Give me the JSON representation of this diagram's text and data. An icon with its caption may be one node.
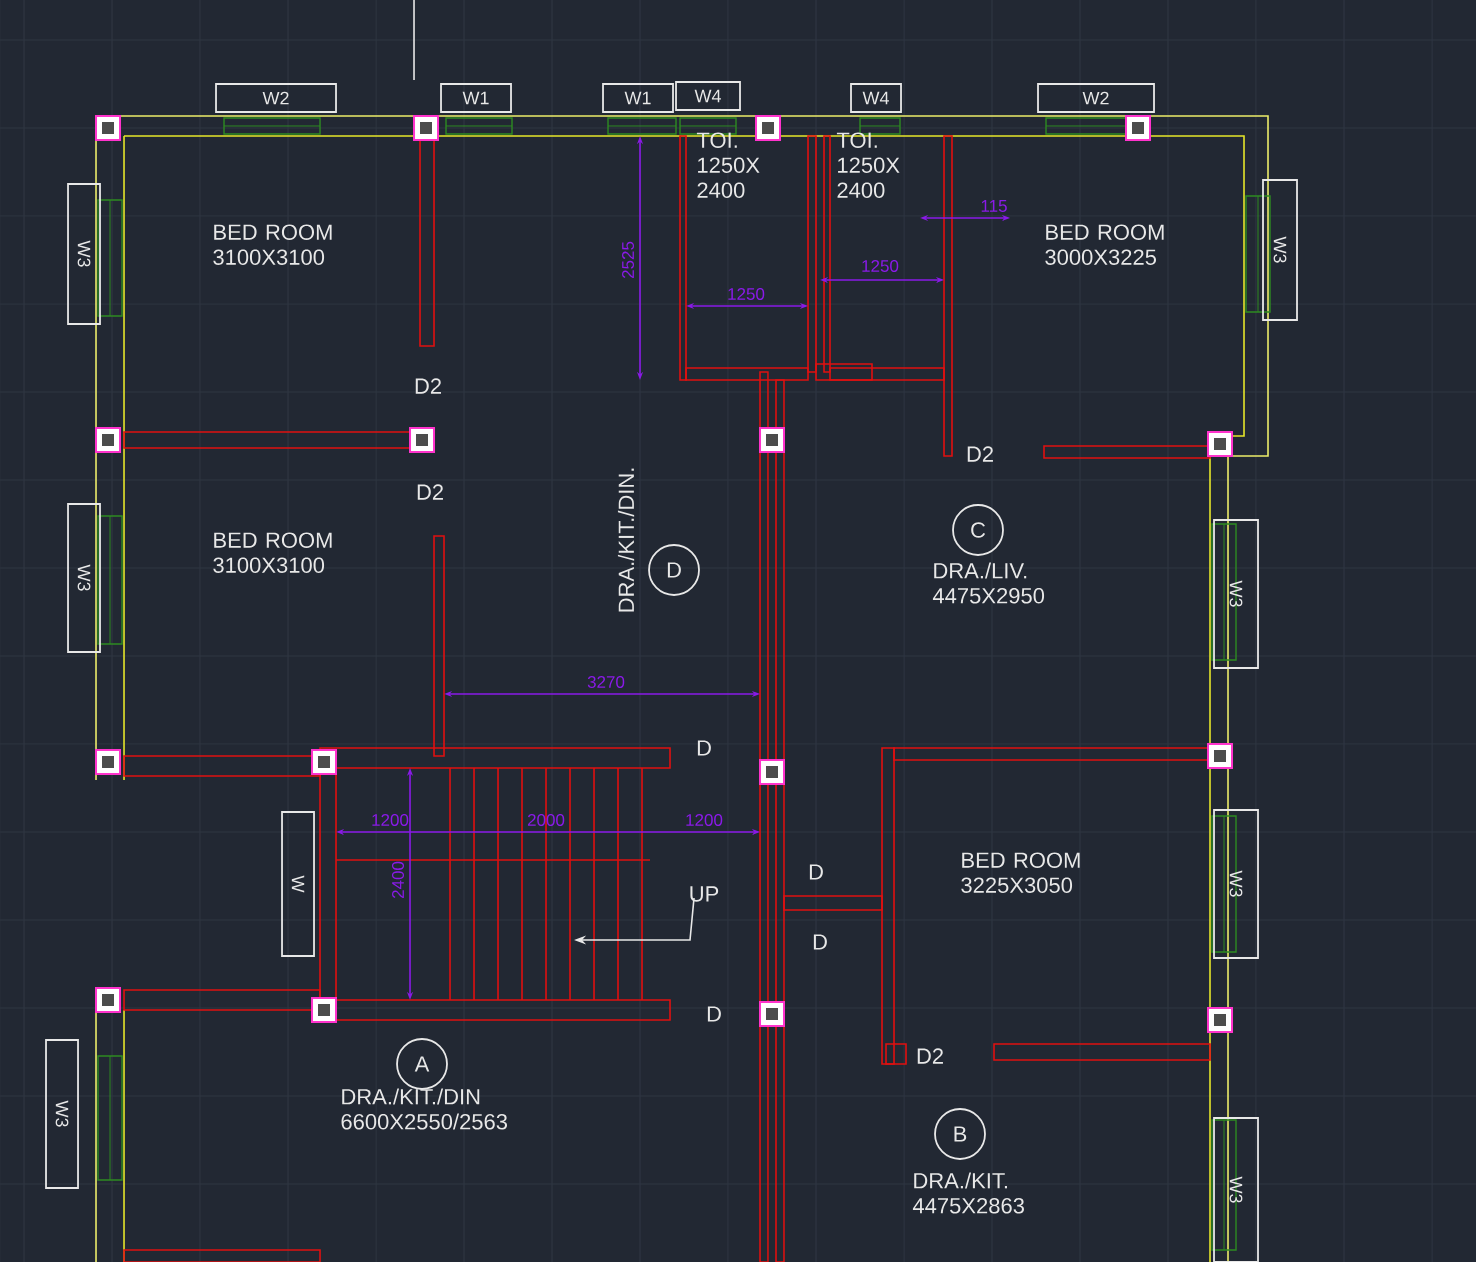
{
  "diagram": {
    "nodes": [
      {
        "text": [
          "W2"
        ]
      },
      {
        "text": [
          "W1"
        ]
      },
      {
        "text": [
          "W1"
        ]
      },
      {
        "text": [
          "W4"
        ]
      },
      {
        "text": [
          "W4"
        ]
      },
      {
        "text": [
          "W2"
        ]
      },
      {
        "text": [
          "W3"
        ]
      },
      {
        "text": [
          "W3"
        ]
      },
      {
        "text": [
          "C"
        ],
        "beside": [
          "DRA./LIV. 4475X2950"
        ]
      },
      {
        "text": [
          "D"
        ],
        "beside": [
          "DRA./KIT./DIN."
        ]
      },
      {
        "text": [
          "W3"
        ]
      },
      {
        "text": [
          "W3"
        ]
      },
      {
        "text": [
          "W"
        ]
      },
      {
        "text": [
          "W3"
        ]
      },
      {
        "text": [
          "A"
        ],
        "beside": [
          "DRA./KIT./DIN 6600X2550/2563"
        ]
      },
      {
        "text": [
          "B"
        ],
        "beside": [
          "DRA./KIT. 4475X2863"
        ]
      },
      {
        "text": [
          "W3"
        ]
      },
      {
        "text": [
          "W3"
        ]
      }
    ],
    "labels": [
      "TOI. 1250X 2400",
      "TOI. 1250X 2400",
      "115",
      "BED ROOM 3100X3100",
      "2525",
      "BED ROOM 3000X3225",
      "1250",
      "1250",
      "D2",
      "D2",
      "D2",
      "BED ROOM 3100X3100",
      "3270",
      "D",
      "1200",
      "2000",
      "1200",
      "BED ROOM 3225X3050",
      "D",
      "2400",
      "UP",
      "D",
      "D",
      "D2"
    ]
  }
}
